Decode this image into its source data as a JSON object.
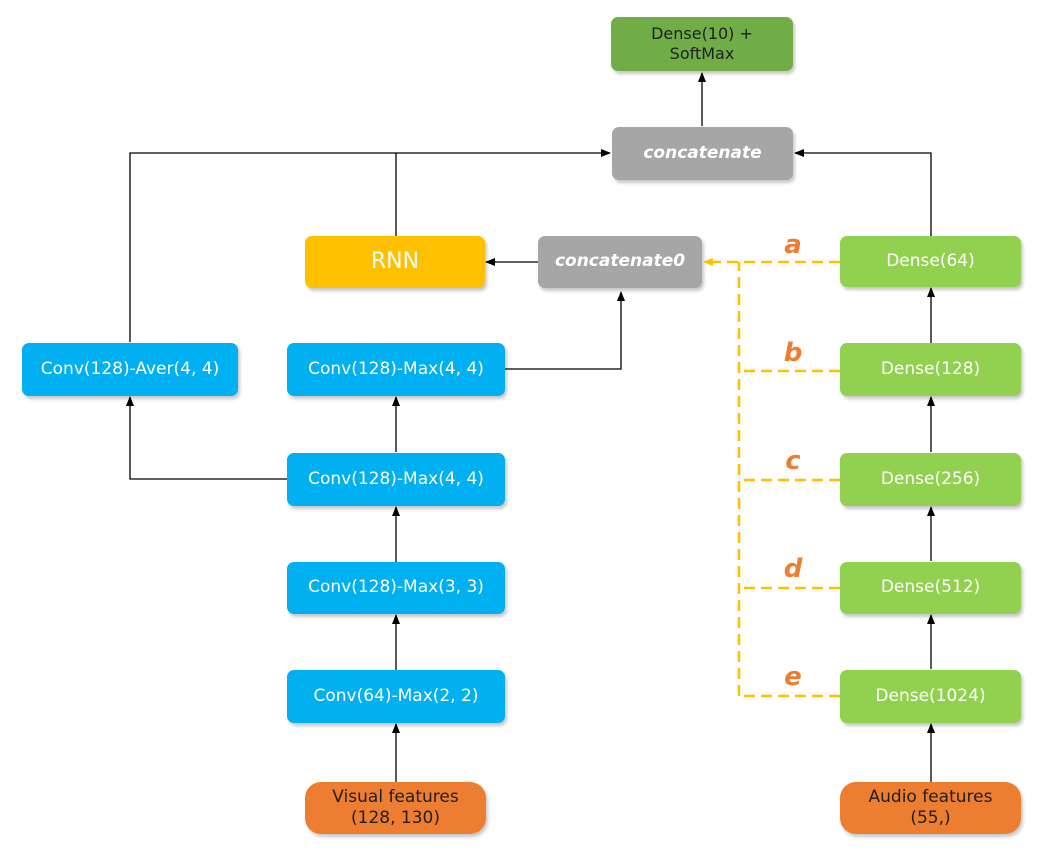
{
  "nodes": {
    "dense10_softmax": {
      "line1": "Dense(10) +",
      "line2": "SoftMax"
    },
    "concatenate": "concatenate",
    "rnn": "RNN",
    "concatenate0": "concatenate0",
    "conv_aver": "Conv(128)-Aver(4, 4)",
    "conv_max_4_top": "Conv(128)-Max(4, 4)",
    "conv_max_4_mid": "Conv(128)-Max(4, 4)",
    "conv_max_3": "Conv(128)-Max(3, 3)",
    "conv64_max_2": "Conv(64)-Max(2, 2)",
    "visual_features": {
      "line1": "Visual features",
      "line2": "(128, 130)"
    },
    "dense64": "Dense(64)",
    "dense128": "Dense(128)",
    "dense256": "Dense(256)",
    "dense512": "Dense(512)",
    "dense1024": "Dense(1024)",
    "audio_features": {
      "line1": "Audio features",
      "line2": "(55,)"
    }
  },
  "tap_labels": [
    "a",
    "b",
    "c",
    "d",
    "e"
  ],
  "colors": {
    "conv_blue": "#00B0F0",
    "dense_green": "#92D050",
    "output_green": "#70AD47",
    "input_orange": "#ED7D31",
    "rnn_gold": "#FFC000",
    "concat_gray": "#A6A6A6",
    "tap_line": "#FFC000",
    "tap_label": "#ED7D31"
  }
}
